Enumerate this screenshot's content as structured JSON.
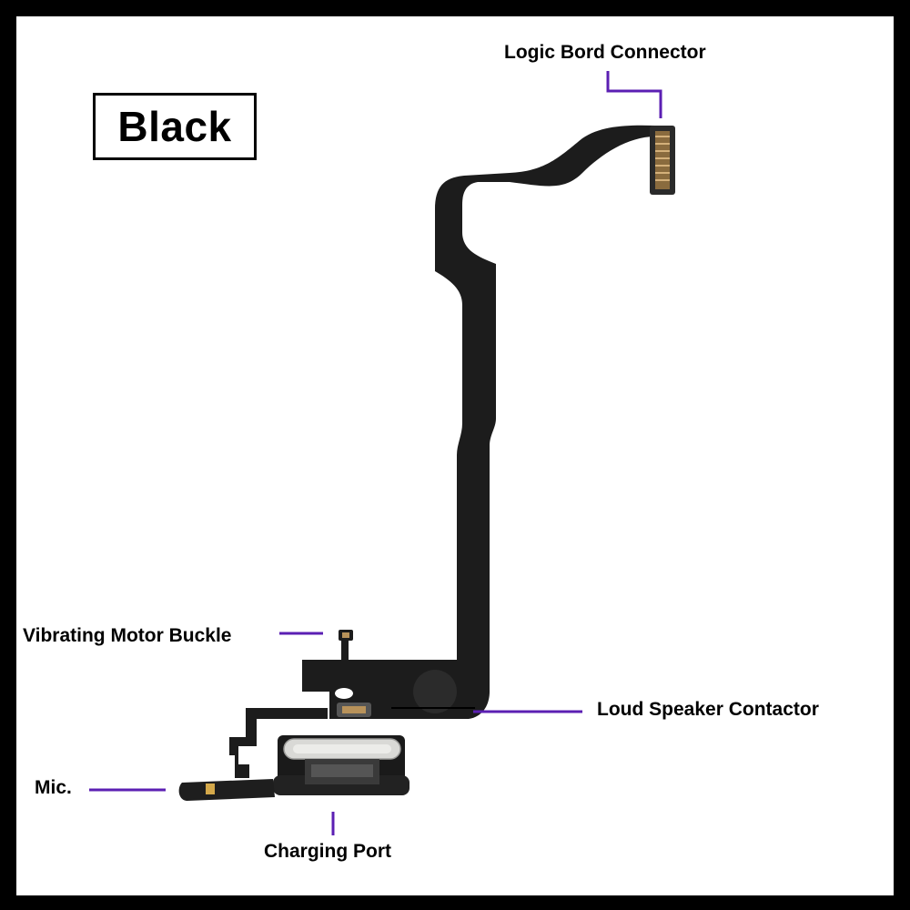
{
  "badge": {
    "text": "Black"
  },
  "labels": {
    "logic_board_connector": "Logic Bord Connector",
    "vibrating_motor_buckle": "Vibrating Motor Buckle",
    "loud_speaker_contactor": "Loud Speaker Contactor",
    "mic": "Mic.",
    "charging_port": "Charging Port"
  },
  "colors": {
    "frame": "#000000",
    "background": "#ffffff",
    "leader_line": "#5b1fb3",
    "flex_cable": "#1c1c1c",
    "connector_gold": "#b8925a",
    "port_metal": "#d9d9d6"
  }
}
